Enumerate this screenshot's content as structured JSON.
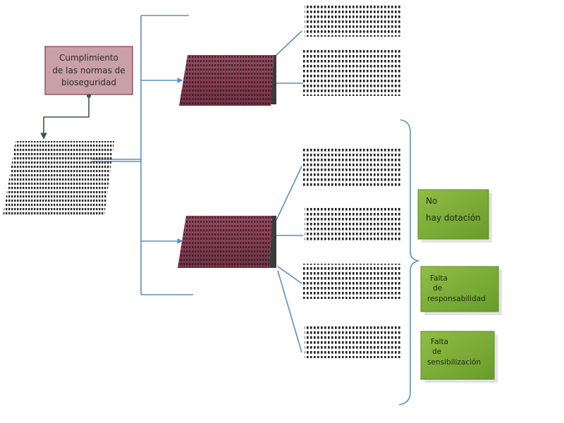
{
  "nodes": {
    "root": {
      "lines": [
        "Cumplimiento",
        "de las normas de",
        "bioseguridad"
      ]
    },
    "hub": {
      "lines": [
        "",
        "",
        ""
      ]
    },
    "branch_top": {
      "lines": [
        "",
        ""
      ]
    },
    "branch_bottom": {
      "lines": [
        "",
        ""
      ]
    },
    "cause_1": {
      "lines": [
        "No",
        "hay dotación"
      ]
    },
    "cause_2": {
      "lines": [
        "Falta",
        "de",
        "responsabilidad"
      ]
    },
    "cause_3": {
      "lines": [
        "Falta",
        "de",
        "sensibilización"
      ]
    }
  },
  "colors": {
    "connector": "#5b8fc0",
    "root_fill": "#c9a0a8",
    "root_border": "#8f4b5a",
    "branch_fill": "#8a3f55",
    "branch_shadow": "#3b3b3b",
    "cause_fill": "#7cae35",
    "cause_fill_light": "#9dc65a",
    "cause_border": "#5f8a26",
    "pattern_ink": "#1f1f1f"
  }
}
